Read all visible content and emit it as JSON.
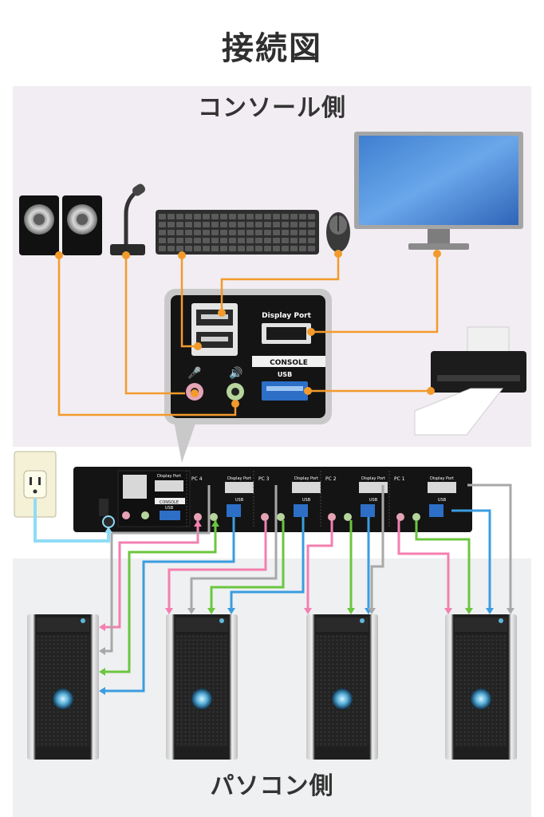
{
  "page": {
    "title": "接続図",
    "console_side_label": "コンソール側",
    "pc_side_label": "パソコン側"
  },
  "console_panel": {
    "display_port_label": "Display Port",
    "console_label": "CONSOLE",
    "usb_label": "USB"
  },
  "kvm_switch": {
    "ports": [
      {
        "label": "PC 4",
        "display_port_label": "Display Port",
        "usb_label": "USB"
      },
      {
        "label": "PC 3",
        "display_port_label": "Display Port",
        "usb_label": "USB"
      },
      {
        "label": "PC 2",
        "display_port_label": "Display Port",
        "usb_label": "USB"
      },
      {
        "label": "PC 1",
        "display_port_label": "Display Port",
        "usb_label": "USB"
      }
    ],
    "console_display_port_label": "Display Port",
    "console_label": "CONSOLE",
    "console_usb_label": "USB"
  },
  "colors": {
    "console_cable": "#f39a2c",
    "audio_mic_cable": "#f47fb0",
    "audio_speaker_cable": "#6cc640",
    "usb_cable": "#3a9de0",
    "display_cable": "#a8a8a8",
    "power_cable": "#8fdcf6"
  }
}
